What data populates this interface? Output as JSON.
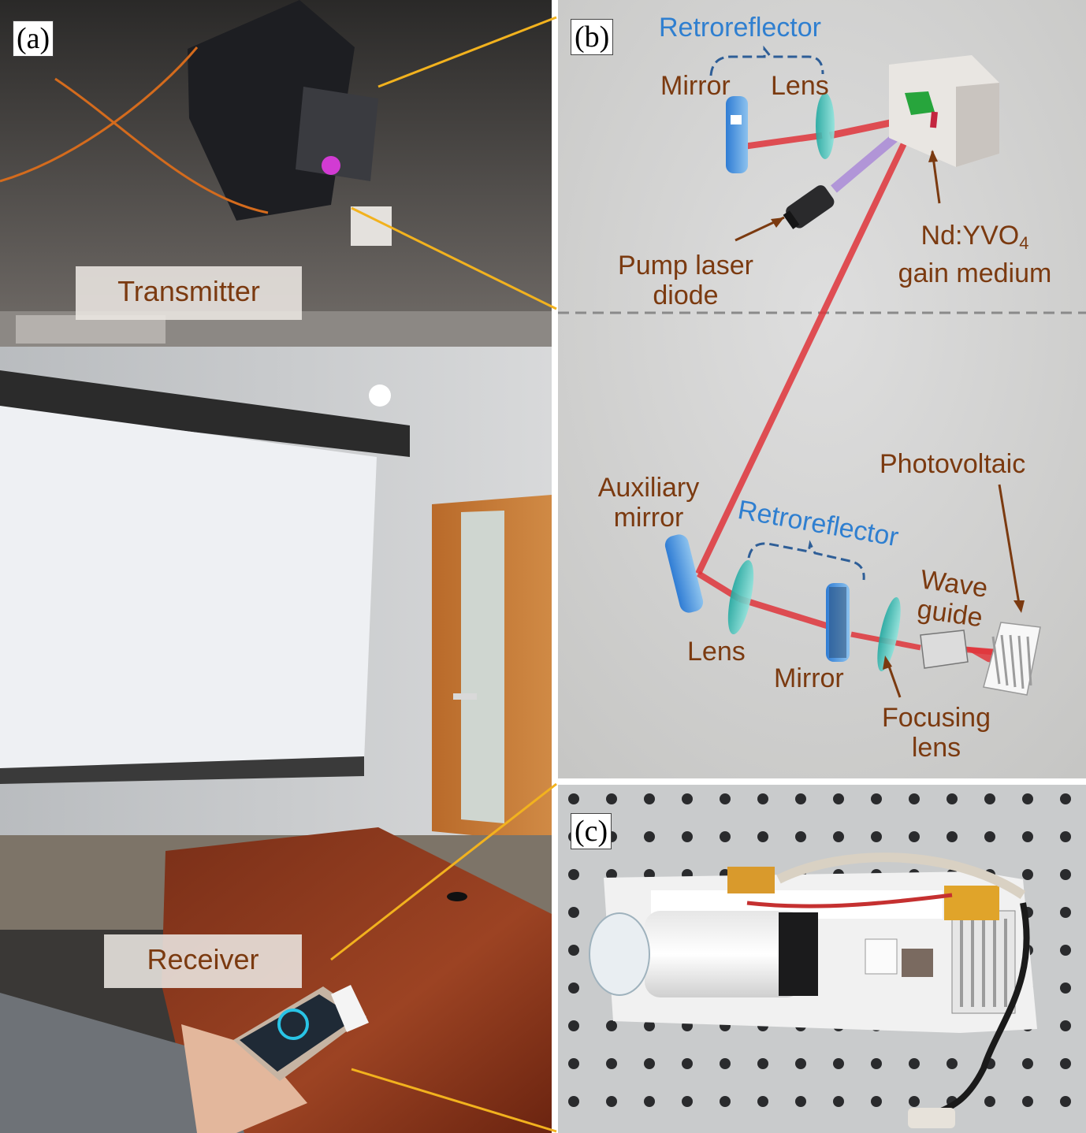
{
  "panels": {
    "a": {
      "tag": "(a)",
      "transmitter_label": "Transmitter",
      "receiver_label": "Receiver"
    },
    "b": {
      "tag": "(b)",
      "top": {
        "retroreflector": "Retroreflector",
        "mirror": "Mirror",
        "lens": "Lens",
        "pump_line1": "Pump laser",
        "pump_line2": "diode",
        "gain_line1_prefix": "Nd:YVO",
        "gain_line1_sub": "4",
        "gain_line2": "gain medium"
      },
      "bottom": {
        "auxiliary_line1": "Auxiliary",
        "auxiliary_line2": "mirror",
        "retroreflector": "Retroreflector",
        "lens": "Lens",
        "mirror": "Mirror",
        "waveguide_line1": "Wave",
        "waveguide_line2": "guide",
        "photovoltaic": "Photovoltaic",
        "focusing_line1": "Focusing",
        "focusing_line2": "lens"
      }
    },
    "c": {
      "tag": "(c)"
    }
  },
  "colors": {
    "label_brown": "#7b3a10",
    "label_blue": "#2f7fd0",
    "beam_red": "#e0353b",
    "connector_orange": "#f2b21e",
    "divider_gray": "#8a8a8a"
  }
}
